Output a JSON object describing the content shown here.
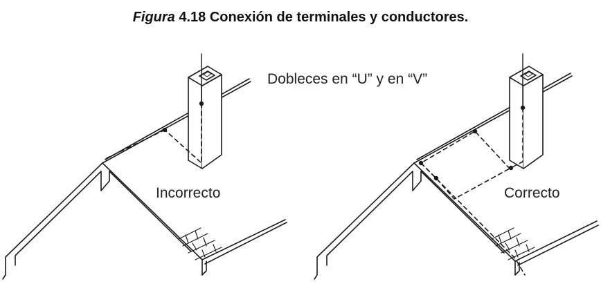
{
  "caption": {
    "figure_word": "Figura",
    "title": "4.18 Conexión de terminales y conductores."
  },
  "labels": {
    "bends": "Dobleces en “U” y en “V”",
    "incorrect": "Incorrecto",
    "correct": "Correcto"
  },
  "colors": {
    "line": "#1a1a1a",
    "background": "#ffffff"
  }
}
